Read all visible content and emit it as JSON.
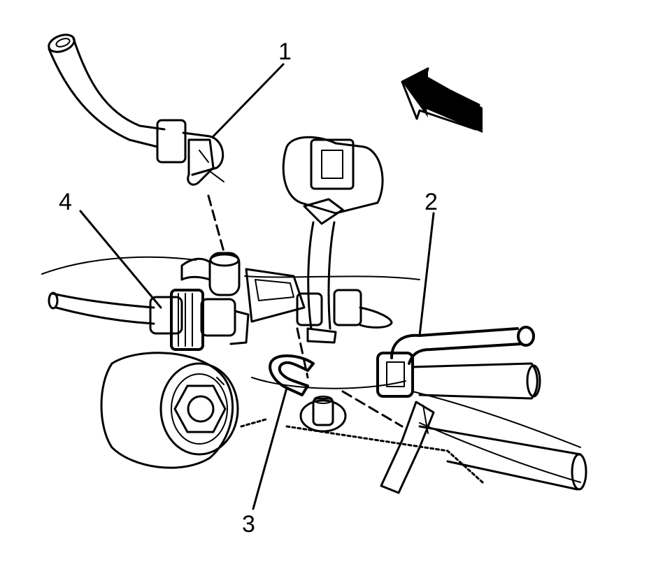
{
  "callouts": [
    {
      "id": "1",
      "label": "1"
    },
    {
      "id": "2",
      "label": "2"
    },
    {
      "id": "3",
      "label": "3"
    },
    {
      "id": "4",
      "label": "4"
    }
  ],
  "colors": {
    "ink": "#000000",
    "background": "#ffffff",
    "shade": "#d8d8d8"
  }
}
